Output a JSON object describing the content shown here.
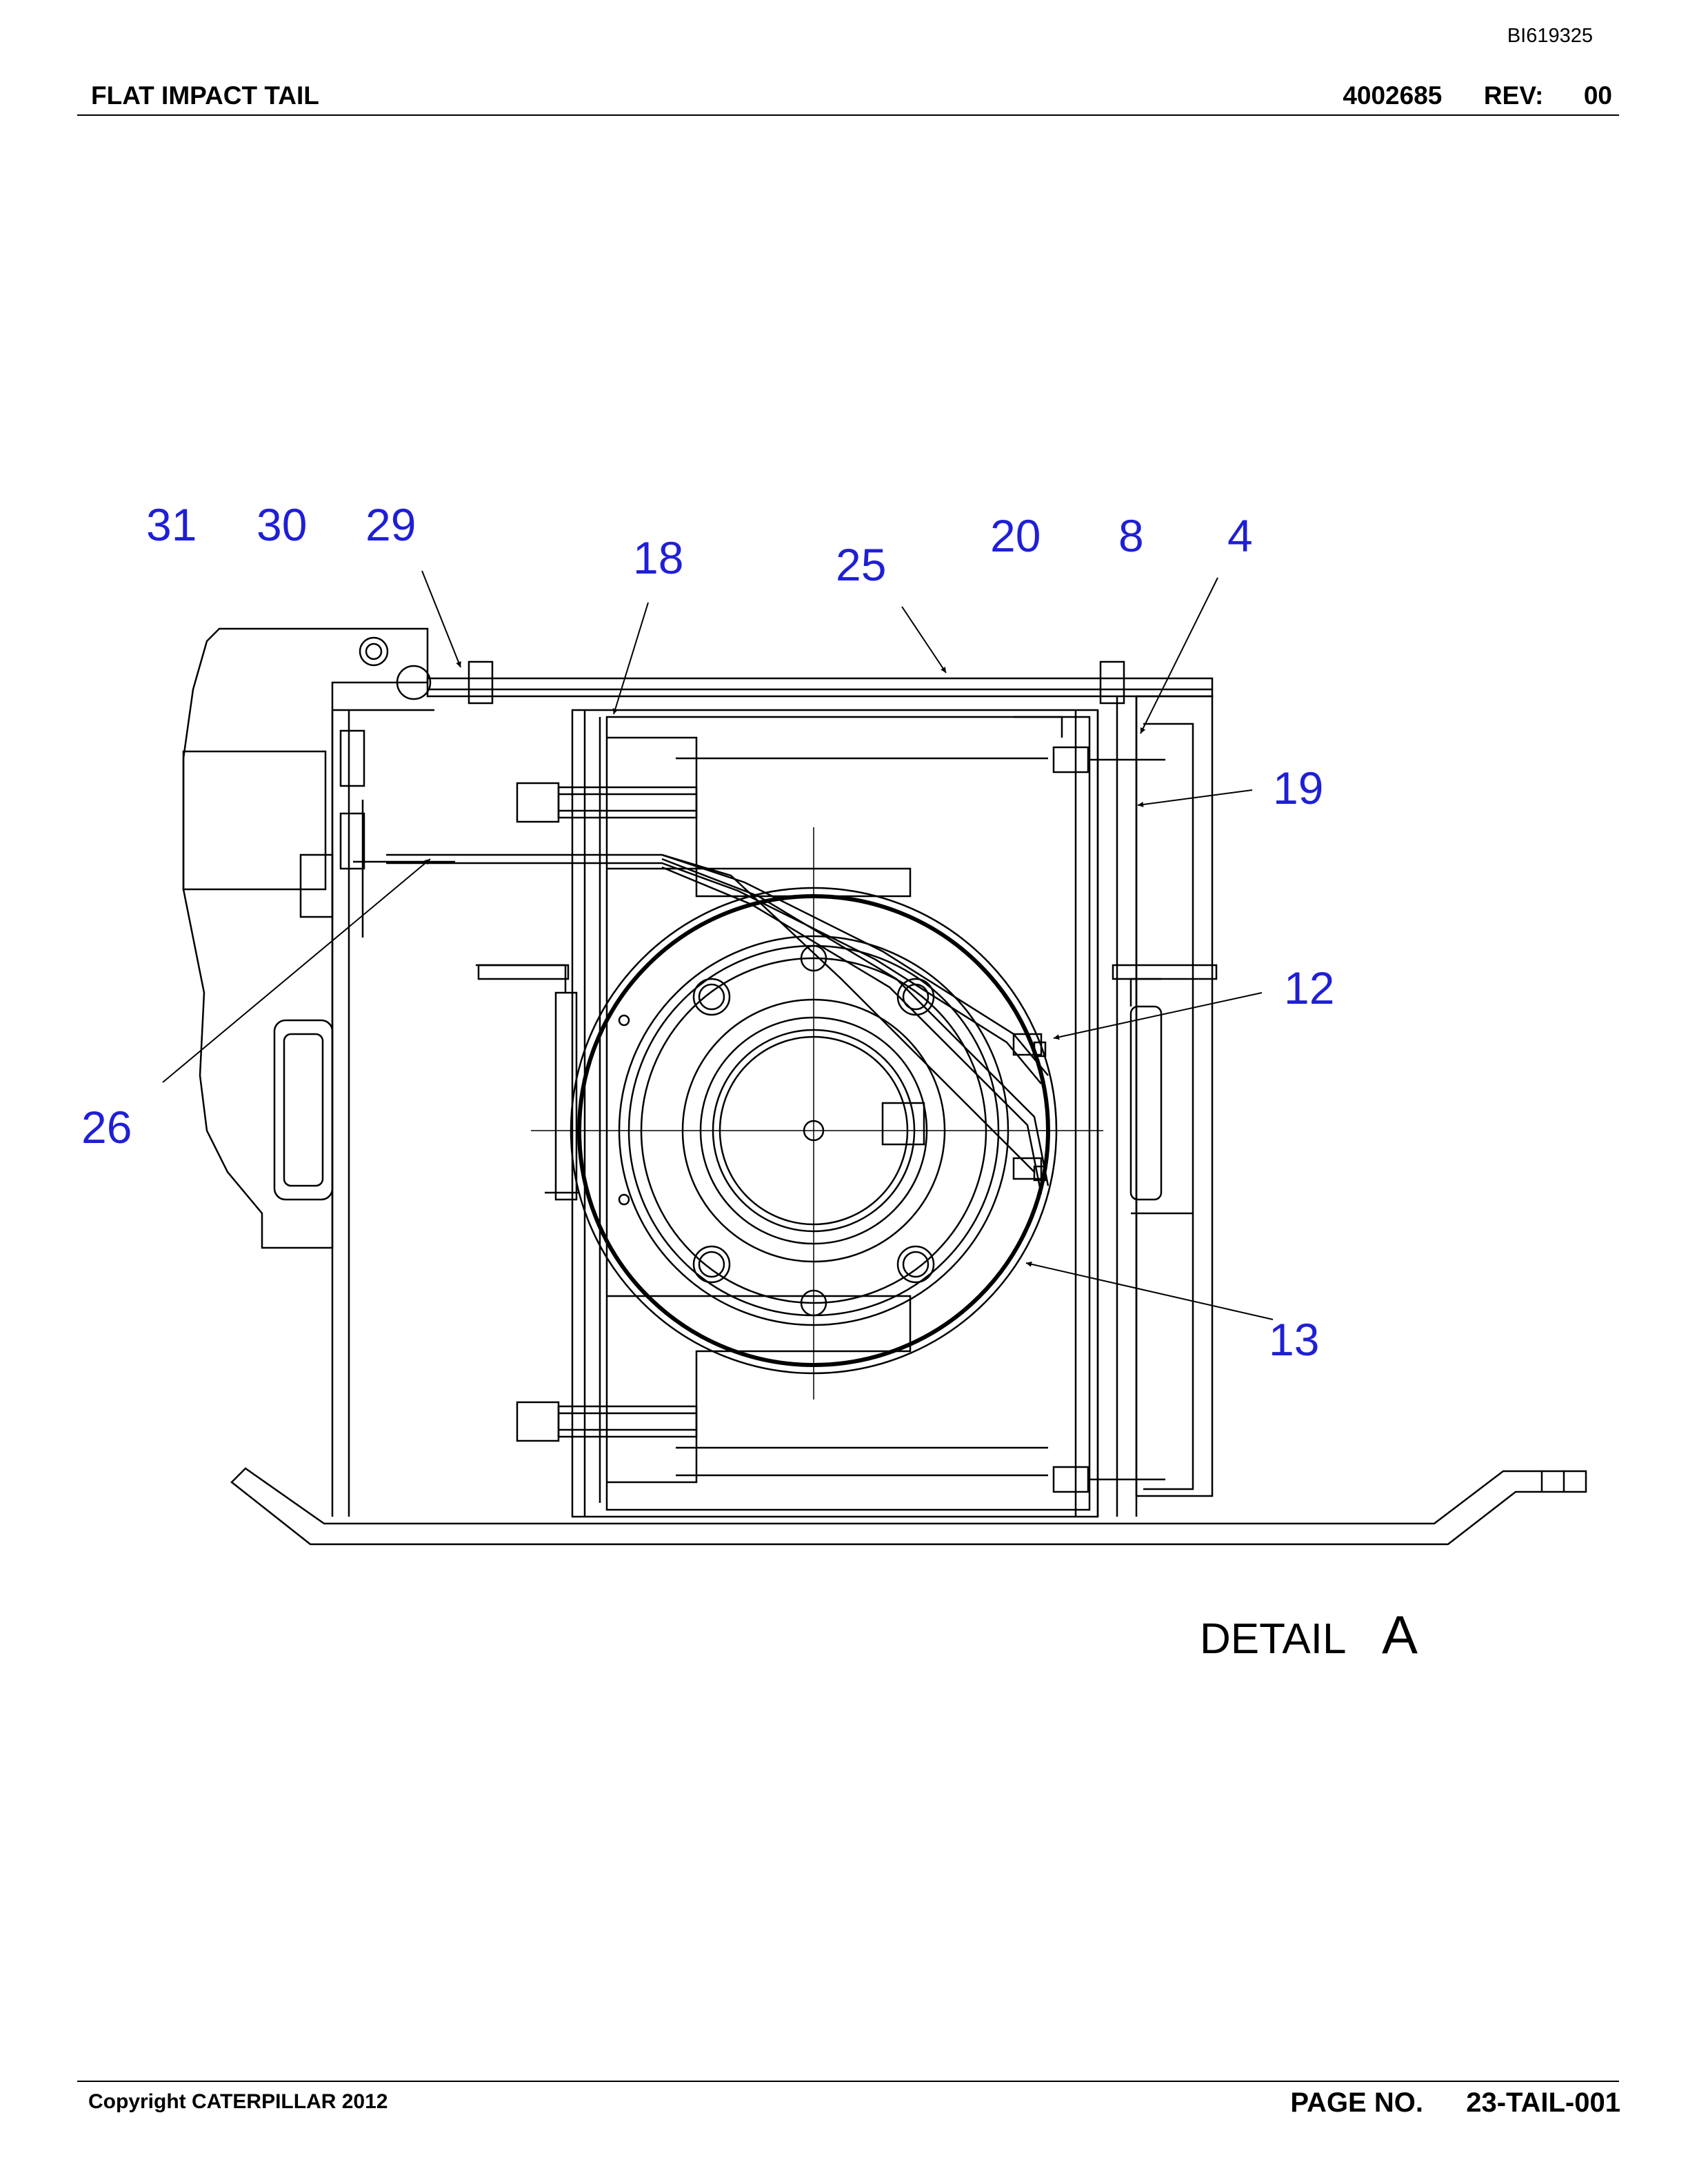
{
  "header": {
    "doc_id": "BI619325",
    "title": "FLAT IMPACT TAIL",
    "part_number": "4002685",
    "rev_label": "REV:",
    "rev_value": "00"
  },
  "drawing": {
    "detail_word": "DETAIL",
    "detail_letter": "A",
    "callouts": [
      "31",
      "30",
      "29",
      "18",
      "25",
      "20",
      "8",
      "4",
      "19",
      "12",
      "26",
      "13"
    ],
    "callout_color": "#1f1fd6"
  },
  "footer": {
    "copyright": "Copyright CATERPILLAR 2012",
    "page_label": "PAGE NO.",
    "page_value": "23-TAIL-001"
  }
}
